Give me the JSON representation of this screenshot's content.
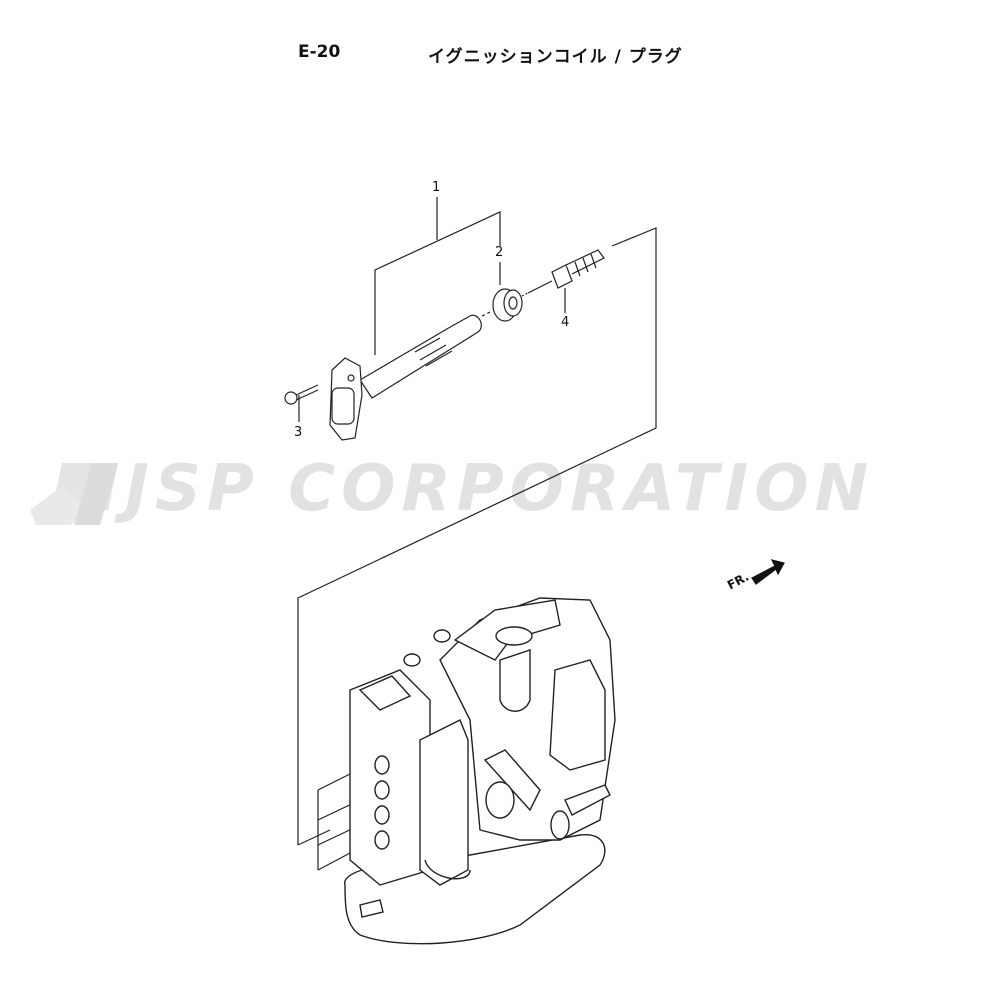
{
  "header": {
    "code": "E-20",
    "title": "イグニッションコイル / プラグ"
  },
  "callouts": {
    "c1": "1",
    "c2": "2",
    "c3": "3",
    "c4": "4"
  },
  "watermark": {
    "text": "JSP CORPORATION",
    "color": "#e2e2e2"
  },
  "direction": {
    "label": "FR.",
    "icon": "arrow-icon"
  },
  "colors": {
    "line": "#222222",
    "watermark": "#e2e2e2"
  }
}
